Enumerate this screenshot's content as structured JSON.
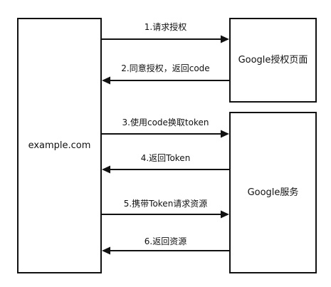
{
  "participants": {
    "client": "example.com",
    "auth_page": "Google授权页面",
    "service": "Google服务"
  },
  "messages": [
    {
      "label": "1.请求授权",
      "direction": "right"
    },
    {
      "label": "2.同意授权，返回code",
      "direction": "left"
    },
    {
      "label": "3.使用code换取token",
      "direction": "right"
    },
    {
      "label": "4.返回Token",
      "direction": "left"
    },
    {
      "label": "5.携带Token请求资源",
      "direction": "right"
    },
    {
      "label": "6.返回资源",
      "direction": "left"
    }
  ]
}
